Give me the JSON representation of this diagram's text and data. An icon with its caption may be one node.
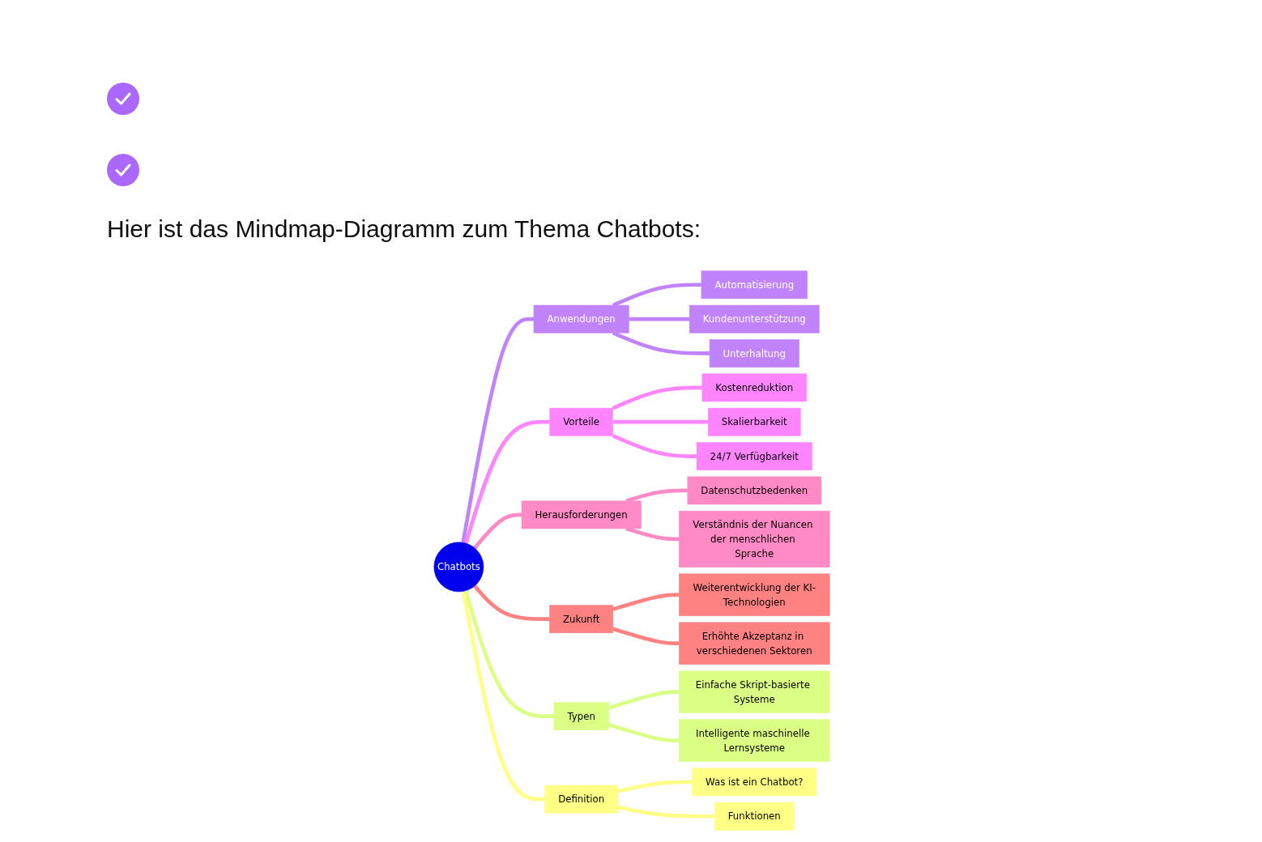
{
  "diagram": {
    "title": "Hier ist das Mindmap-Diagramm zum Thema Chatbots:",
    "nodes": [
      {
        "text": [
          "Chatbots"
        ]
      },
      {
        "text": [
          "Anwendungen"
        ]
      },
      {
        "text": [
          "Automatisierung"
        ]
      },
      {
        "text": [
          "Kundenunterstützung"
        ]
      },
      {
        "text": [
          "Unterhaltung"
        ]
      },
      {
        "text": [
          "Vorteile"
        ]
      },
      {
        "text": [
          "Kostenreduktion"
        ]
      },
      {
        "text": [
          "Skalierbarkeit"
        ]
      },
      {
        "text": [
          "24/7 Verfügbarkeit"
        ]
      },
      {
        "text": [
          "Herausforderungen"
        ]
      },
      {
        "text": [
          "Datenschutzbedenken"
        ]
      },
      {
        "text": [
          "Verständnis der Nuancen der menschlichen Sprache"
        ]
      },
      {
        "text": [
          "Zukunft"
        ]
      },
      {
        "text": [
          "Weiterentwicklung der KI-Technologien"
        ]
      },
      {
        "text": [
          "Erhöhte Akzeptanz in verschiedenen Sektoren"
        ]
      },
      {
        "text": [
          "Typen"
        ]
      },
      {
        "text": [
          "Einfache Skript-basierte Systeme"
        ]
      },
      {
        "text": [
          "Intelligente maschinelle Lernsysteme"
        ]
      },
      {
        "text": [
          "Definition"
        ]
      },
      {
        "text": [
          "Was ist ein Chatbot?"
        ]
      },
      {
        "text": [
          "Funktionen"
        ]
      }
    ],
    "edges": [
      {
        "from": 0,
        "to": 1,
        "arrow": "none",
        "color": "#c183fc"
      },
      {
        "from": 1,
        "to": 2,
        "arrow": "none",
        "color": "#c183fc"
      },
      {
        "from": 1,
        "to": 3,
        "arrow": "none",
        "color": "#c183fc"
      },
      {
        "from": 1,
        "to": 4,
        "arrow": "none",
        "color": "#c183fc"
      },
      {
        "from": 0,
        "to": 5,
        "arrow": "none",
        "color": "#ff85ff"
      },
      {
        "from": 5,
        "to": 6,
        "arrow": "none",
        "color": "#ff85ff"
      },
      {
        "from": 5,
        "to": 7,
        "arrow": "none",
        "color": "#ff85ff"
      },
      {
        "from": 5,
        "to": 8,
        "arrow": "none",
        "color": "#ff85ff"
      },
      {
        "from": 0,
        "to": 9,
        "arrow": "none",
        "color": "#ff8ac6"
      },
      {
        "from": 9,
        "to": 10,
        "arrow": "none",
        "color": "#ff8ac6"
      },
      {
        "from": 9,
        "to": 11,
        "arrow": "none",
        "color": "#ff8ac6"
      },
      {
        "from": 0,
        "to": 12,
        "arrow": "none",
        "color": "#ff8282"
      },
      {
        "from": 12,
        "to": 13,
        "arrow": "none",
        "color": "#ff8282"
      },
      {
        "from": 12,
        "to": 14,
        "arrow": "none",
        "color": "#ff8282"
      },
      {
        "from": 0,
        "to": 15,
        "arrow": "none",
        "color": "#dbff84"
      },
      {
        "from": 15,
        "to": 16,
        "arrow": "none",
        "color": "#dbff84"
      },
      {
        "from": 15,
        "to": 17,
        "arrow": "none",
        "color": "#dbff84"
      },
      {
        "from": 0,
        "to": 18,
        "arrow": "none",
        "color": "#ffff85"
      },
      {
        "from": 18,
        "to": 19,
        "arrow": "none",
        "color": "#ffff85"
      },
      {
        "from": 18,
        "to": 20,
        "arrow": "none",
        "color": "#ffff85"
      }
    ]
  }
}
